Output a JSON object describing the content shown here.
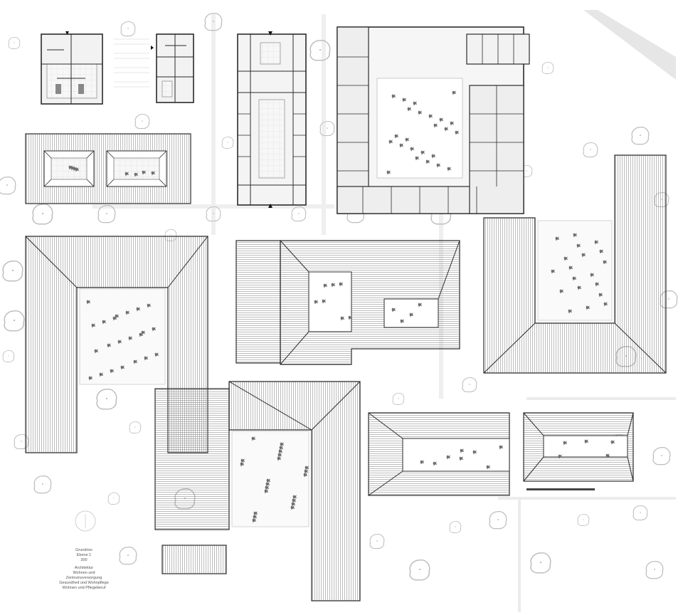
{
  "drawing": {
    "type": "site plan / ground floor (architectural drawing)",
    "legend_title": "Grundriss",
    "legend_level": "Ebene 1",
    "legend_scale": "300",
    "legend_lines": [
      "Architektur",
      "Wohnen und Zentrumsversorgung",
      "Gesundheit und Wohnpflege",
      "Wohnen und Pflegeberuf"
    ],
    "colors": {
      "ink": "#2b2b2b",
      "line": "#6a6a6a",
      "paving": "#e4e4e4",
      "tree": "#bdbdbd",
      "planting": "#555555"
    }
  }
}
